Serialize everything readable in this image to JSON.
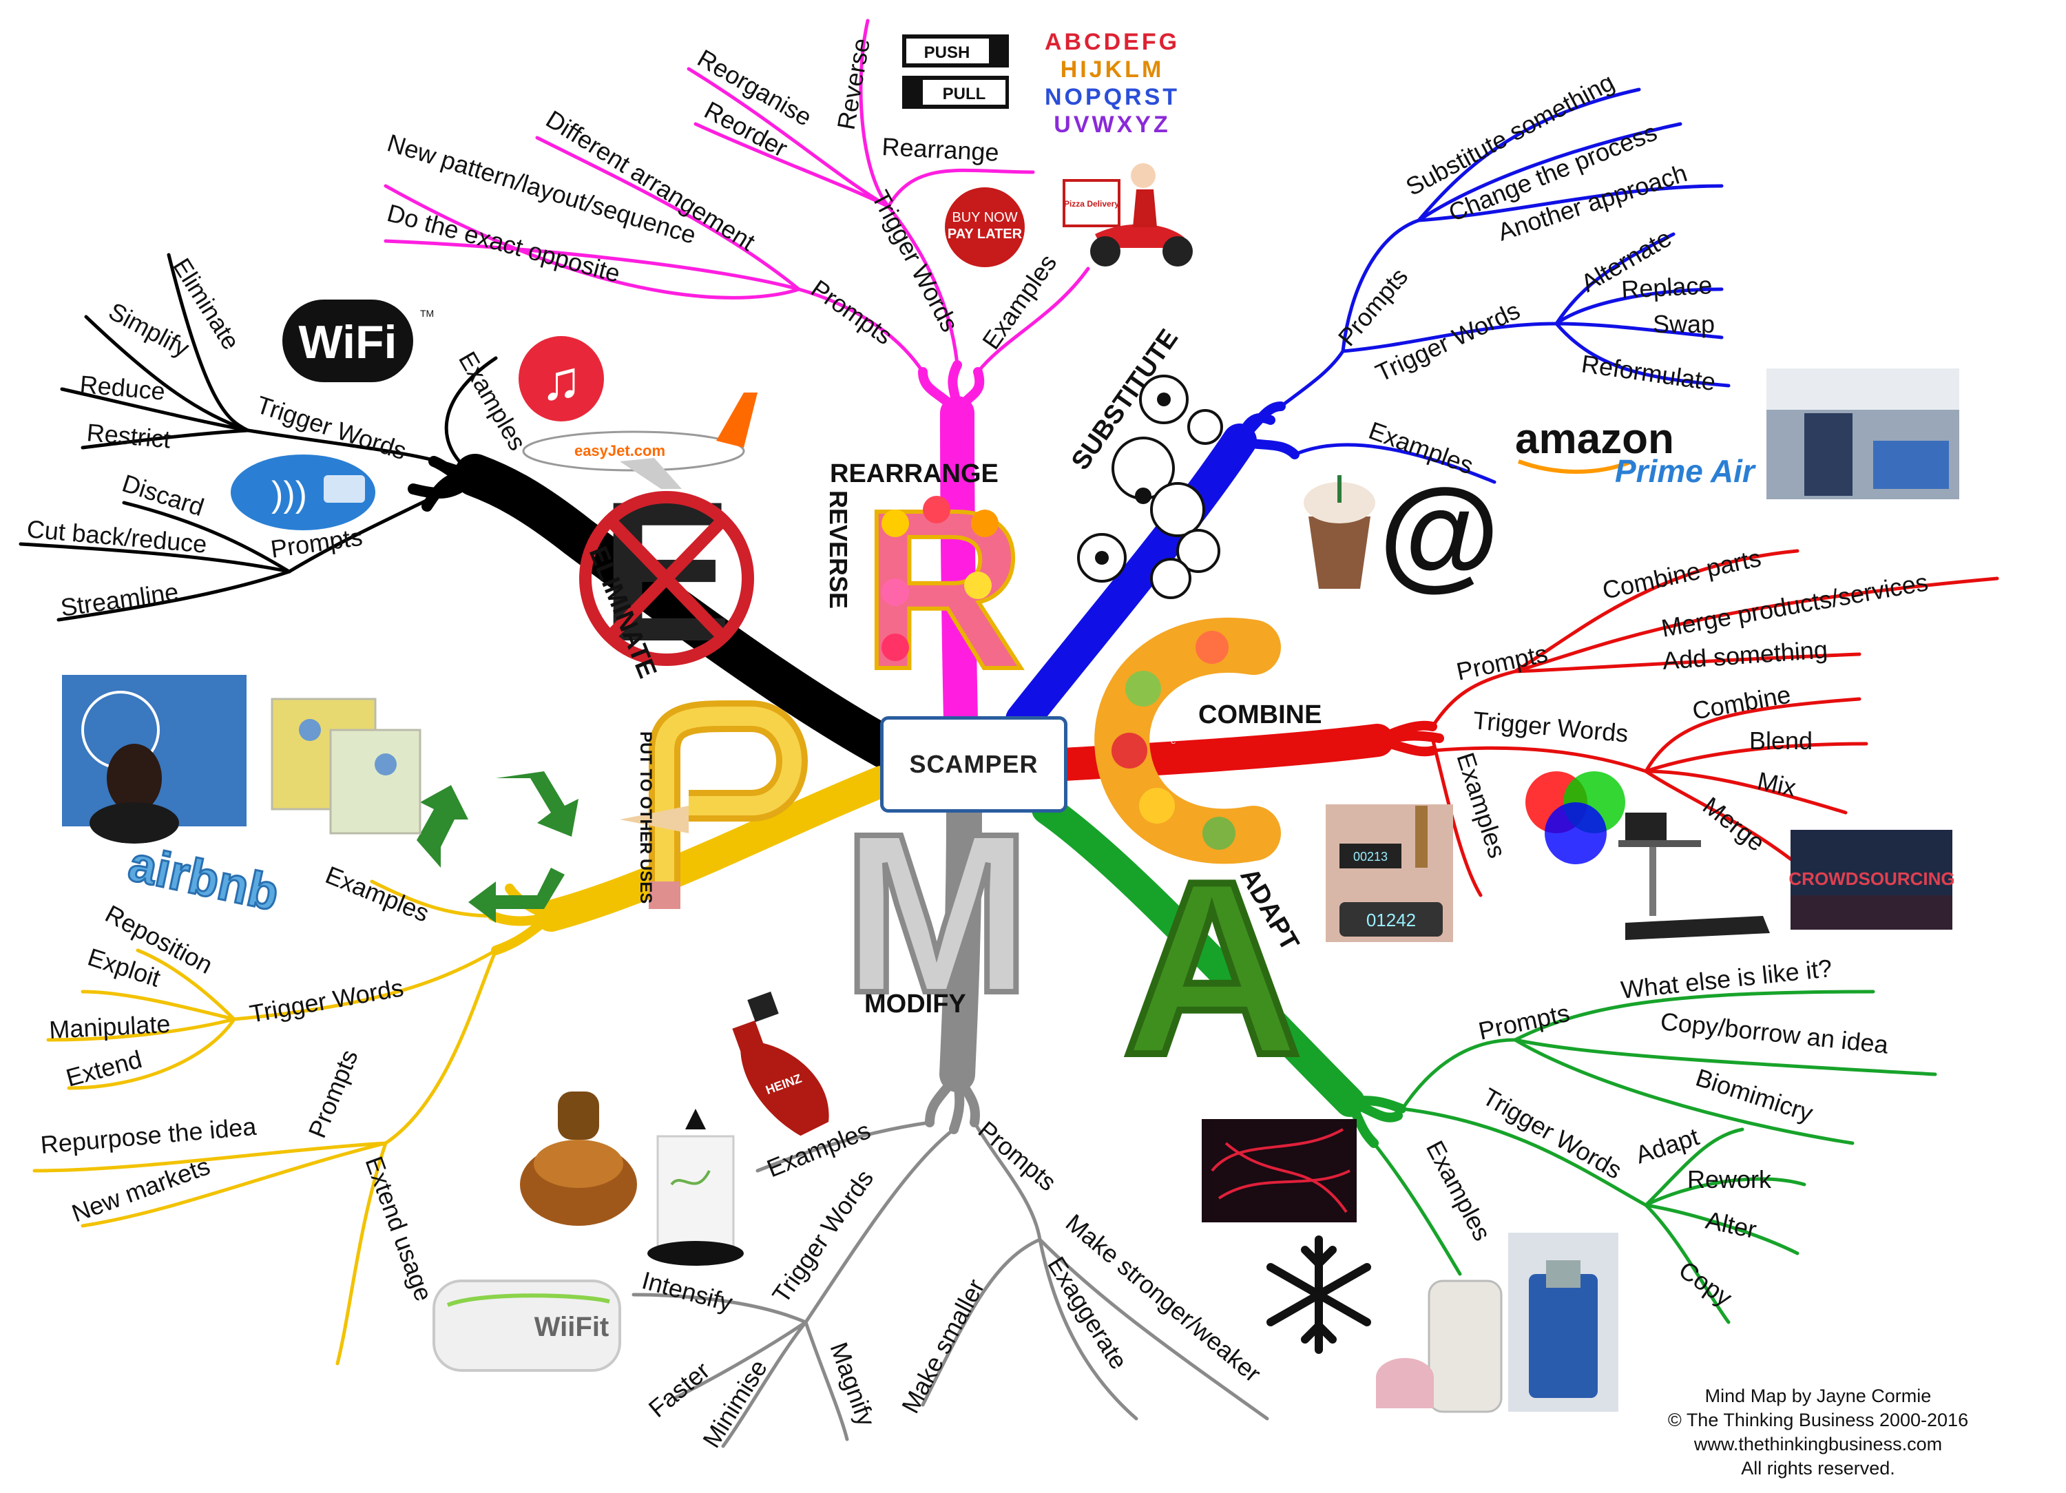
{
  "center": {
    "title": "SCAMPER"
  },
  "colors": {
    "substitute": "#1010e6",
    "combine": "#e60d0d",
    "adapt": "#17a32a",
    "modify": "#8a8a8a",
    "put": "#f2c200",
    "eliminate": "#000000",
    "rearrange": "#ff1ee0"
  },
  "branches": {
    "rearrange": {
      "name": "REARRANGE",
      "letter": "R",
      "sub": "REVERSE",
      "labels": [
        "Prompts",
        "Trigger Words",
        "Examples"
      ],
      "prompts": [
        "Do the exact opposite",
        "New pattern/layout/sequence",
        "Different arrangement"
      ],
      "trigger": [
        "Reorganise",
        "Reverse",
        "Reorder",
        "Rearrange"
      ],
      "images": {
        "push": "PUSH",
        "pull": "PULL",
        "alphabet": [
          "ABCDEFG",
          "HIJKLM",
          "NOPQRST",
          "UVWXYZ"
        ],
        "buy1": "BUY NOW",
        "buy2": "PAY LATER",
        "pizza": "Pizza Delivery"
      }
    },
    "substitute": {
      "name": "SUBSTITUTE",
      "letter": "S",
      "labels": [
        "Prompts",
        "Trigger Words",
        "Examples"
      ],
      "prompts": [
        "Substitute something",
        "Change the process",
        "Another approach"
      ],
      "trigger": [
        "Alternate",
        "Replace",
        "Swap",
        "Reformulate"
      ],
      "images": {
        "amazon1": "amazon",
        "amazon2": "Prime Air",
        "at": "@"
      }
    },
    "combine": {
      "name": "COMBINE",
      "letter": "C",
      "labels": [
        "Prompts",
        "Trigger Words",
        "Examples"
      ],
      "prompts": [
        "Combine parts",
        "Merge products/services",
        "Add something"
      ],
      "trigger": [
        "Combine",
        "Blend",
        "Mix",
        "Merge"
      ],
      "images": {
        "crowd": "CROWDSOURCING",
        "counter1": "00213",
        "counter2": "01242"
      }
    },
    "adapt": {
      "name": "ADAPT",
      "letter": "A",
      "labels": [
        "Prompts",
        "Trigger Words",
        "Examples"
      ],
      "prompts": [
        "What else is like it?",
        "Copy/borrow an idea",
        "Biomimicry"
      ],
      "trigger": [
        "Adapt",
        "Rework",
        "Alter",
        "Copy"
      ]
    },
    "modify": {
      "name": "MODIFY",
      "letter": "M",
      "labels": [
        "Examples",
        "Trigger Words",
        "Prompts"
      ],
      "trigger": [
        "Intensify",
        "Faster",
        "Minimise",
        "Magnify"
      ],
      "prompts": [
        "Make smaller",
        "Exaggerate",
        "Make stronger/weaker"
      ],
      "images": {
        "wiifit": "WiiFit",
        "heinz": "HEINZ"
      }
    },
    "put": {
      "name": "PUT TO OTHER USES",
      "letter": "P",
      "labels": [
        "Examples",
        "Trigger Words",
        "Prompts"
      ],
      "trigger": [
        "Reposition",
        "Exploit",
        "Manipulate",
        "Extend"
      ],
      "prompts": [
        "Repurpose the idea",
        "New markets",
        "Extend usage"
      ],
      "images": {
        "airbnb": "airbnb"
      }
    },
    "eliminate": {
      "name": "ELIMINATE",
      "letter": "E",
      "labels": [
        "Examples",
        "Trigger Words",
        "Prompts"
      ],
      "trigger": [
        "Eliminate",
        "Simplify",
        "Reduce",
        "Restrict"
      ],
      "prompts": [
        "Discard",
        "Cut back/reduce",
        "Streamline"
      ],
      "images": {
        "wifi": "WiFi",
        "tm": "TM",
        "easyjet": "easyJet.com"
      }
    }
  },
  "credits": [
    "Mind Map by Jayne Cormie",
    "© The Thinking Business 2000-2016",
    "www.thethinkingbusiness.com",
    "All rights reserved."
  ]
}
